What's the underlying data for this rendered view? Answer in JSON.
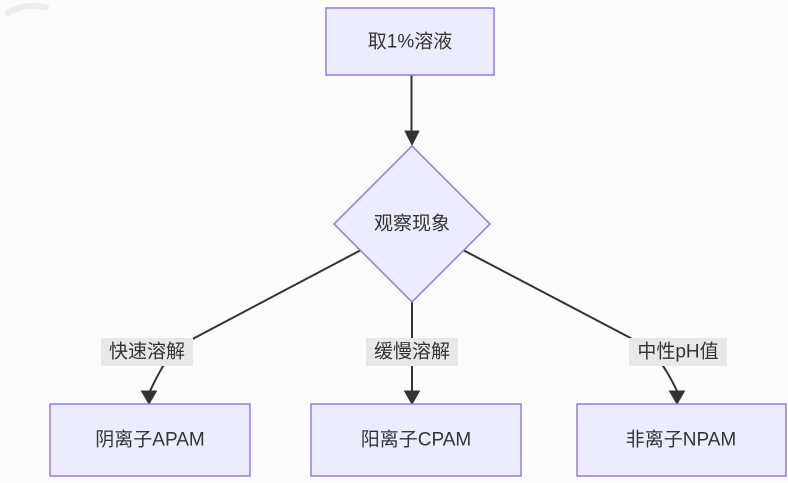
{
  "diagram": {
    "type": "flowchart",
    "direction": "top-down",
    "nodes": [
      {
        "id": "A",
        "shape": "rect",
        "label": "取1%溶液"
      },
      {
        "id": "B",
        "shape": "diamond",
        "label": "观察现象"
      },
      {
        "id": "C",
        "shape": "rect",
        "label": "阴离子APAM"
      },
      {
        "id": "D",
        "shape": "rect",
        "label": "阳离子CPAM"
      },
      {
        "id": "E",
        "shape": "rect",
        "label": "非离子NPAM"
      }
    ],
    "edges": [
      {
        "from": "A",
        "to": "B",
        "label": ""
      },
      {
        "from": "B",
        "to": "C",
        "label": "快速溶解"
      },
      {
        "from": "B",
        "to": "D",
        "label": "缓慢溶解"
      },
      {
        "from": "B",
        "to": "E",
        "label": "中性pH值"
      }
    ],
    "colors": {
      "node_fill": "#ECECFF",
      "node_border": "#9370DB",
      "edge_line": "#333333",
      "arrowhead": "#333333",
      "edge_label_bg": "#e8e8e8",
      "text": "#333333",
      "background": "#fcfcfc"
    }
  }
}
